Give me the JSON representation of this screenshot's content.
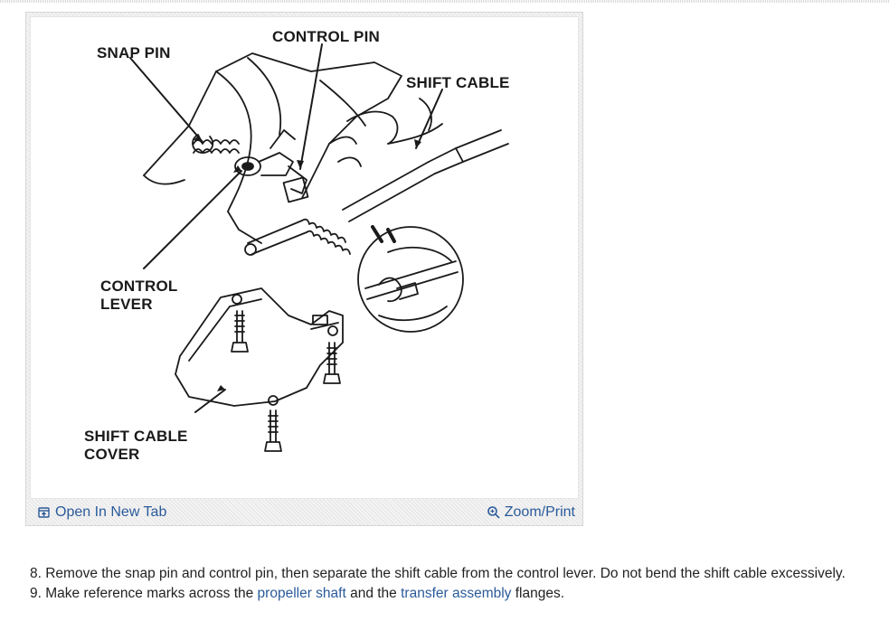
{
  "figure": {
    "callouts": {
      "snap_pin": "SNAP PIN",
      "control_pin": "CONTROL PIN",
      "shift_cable": "SHIFT CABLE",
      "control_lever_line1": "CONTROL",
      "control_lever_line2": "LEVER",
      "shift_cable_cover_line1": "SHIFT CABLE",
      "shift_cable_cover_line2": "COVER"
    },
    "footer": {
      "open_new_tab": "Open In New Tab",
      "zoom_print": "Zoom/Print"
    },
    "icons": {
      "open_new_tab": "open-new-tab-icon",
      "zoom": "magnifier-icon"
    }
  },
  "steps": {
    "step8": "8. Remove the snap pin and control pin, then separate the shift cable from the control lever. Do not bend the shift cable excessively.",
    "step9_before": "9. Make reference marks across the ",
    "step9_link1": "propeller shaft",
    "step9_middle": " and the ",
    "step9_link2": "transfer assembly",
    "step9_after": " flanges."
  },
  "colors": {
    "link": "#2a5a9a",
    "text": "#222222",
    "line_art": "#1a1a1a"
  }
}
